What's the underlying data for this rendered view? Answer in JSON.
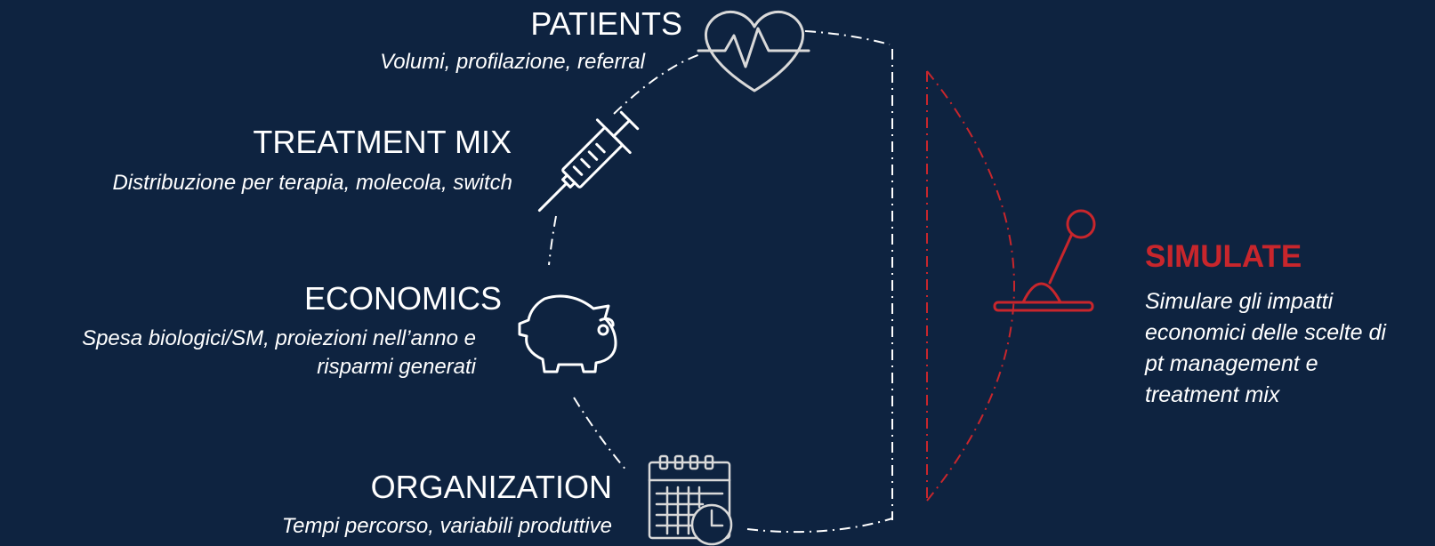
{
  "items": [
    {
      "title": "PATIENTS",
      "subtitle": "Volumi, profilazione, referral",
      "icon": "heartbeat-icon"
    },
    {
      "title": "TREATMENT MIX",
      "subtitle": "Distribuzione per terapia, molecola, switch",
      "icon": "syringe-icon"
    },
    {
      "title": "ECONOMICS",
      "subtitle_lines": [
        "Spesa biologici/SM, proiezioni nell’anno e",
        "risparmi generati"
      ],
      "icon": "piggy-bank-icon"
    },
    {
      "title": "ORGANIZATION",
      "subtitle": "Tempi percorso, variabili produttive",
      "icon": "calendar-clock-icon"
    }
  ],
  "simulate": {
    "title": "SIMULATE",
    "lines": [
      "Simulare gli impatti",
      "economici delle scelte di",
      "pt management e",
      "treatment mix"
    ],
    "icon": "joystick-icon"
  },
  "colors": {
    "background": "#0e2340",
    "accent": "#c8262c",
    "text": "#ffffff",
    "icon": "#d9d9d9"
  }
}
